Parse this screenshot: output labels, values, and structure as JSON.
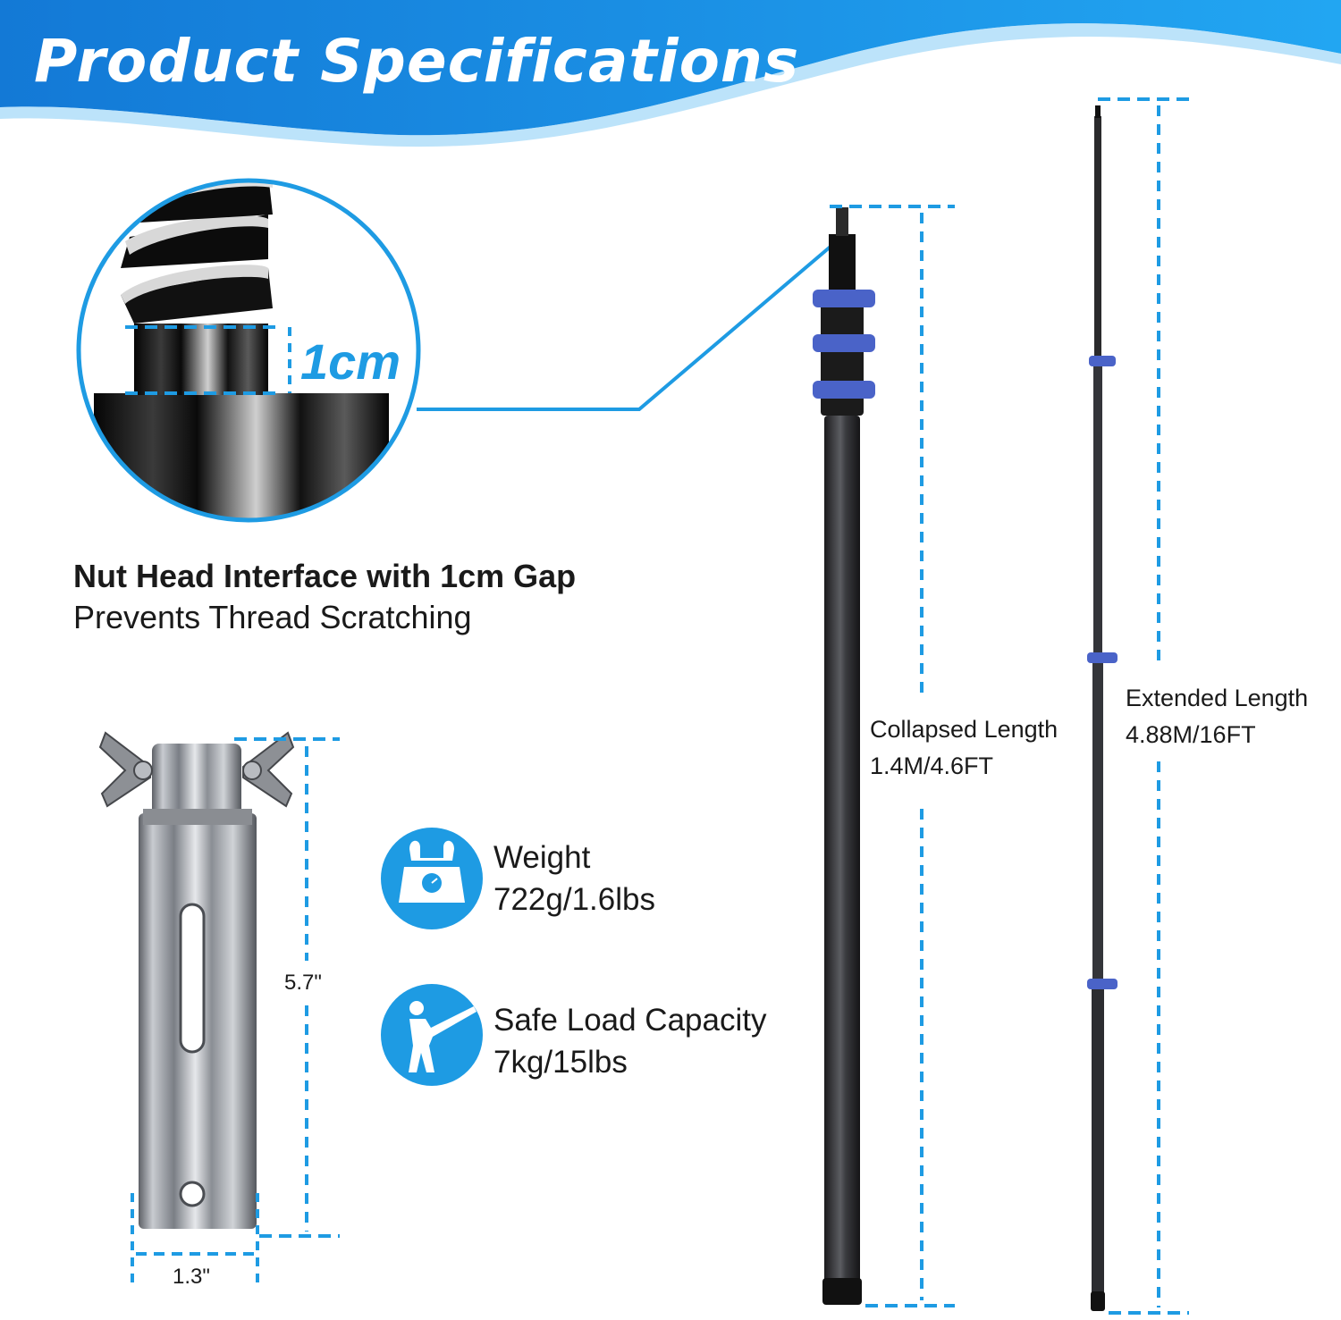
{
  "header": {
    "title": "Product Specifications"
  },
  "thread_detail": {
    "gap_label": "1cm"
  },
  "feature": {
    "title": "Nut Head Interface with 1cm Gap",
    "subtitle": "Prevents Thread Scratching"
  },
  "adapter": {
    "height_label": "5.7\"",
    "width_label": "1.3\""
  },
  "specs": {
    "weight": {
      "label": "Weight",
      "value": "722g/1.6lbs",
      "icon": "scale-icon"
    },
    "load": {
      "label": "Safe Load Capacity",
      "value": "7kg/15lbs",
      "icon": "person-pulling-icon"
    }
  },
  "pole": {
    "collapsed": {
      "label": "Collapsed Length",
      "value": "1.4M/4.6FT"
    },
    "extended": {
      "label": "Extended Length",
      "value": "4.88M/16FT"
    }
  },
  "colors": {
    "accent": "#1e9be3",
    "band_blue": "#4a63c8",
    "pole_dark": "#2a2a2c"
  }
}
